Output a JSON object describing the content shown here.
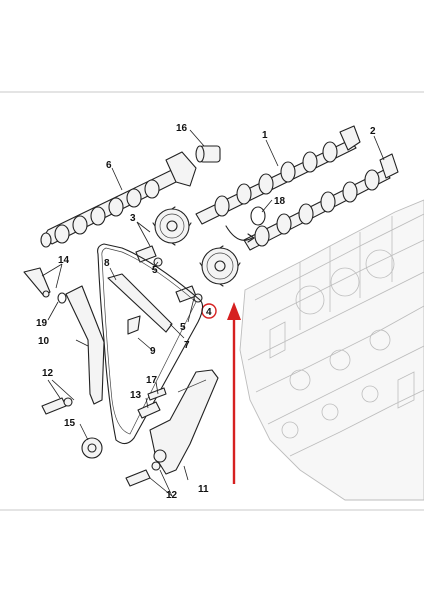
{
  "labels": {
    "l1": "1",
    "l2": "2",
    "l3": "3",
    "l4": "4",
    "l5a": "5",
    "l5b": "5",
    "l6": "6",
    "l7": "7",
    "l8": "8",
    "l9": "9",
    "l10": "10",
    "l11": "11",
    "l12a": "12",
    "l12b": "12",
    "l13": "13",
    "l14": "14",
    "l15": "15",
    "l16": "16",
    "l17": "17",
    "l18": "18",
    "l19": "19"
  },
  "colors": {
    "highlight_circle": "#d62020",
    "arrow": "#d62020",
    "ink": "#222222",
    "engine_block": "#bdbdbd"
  }
}
